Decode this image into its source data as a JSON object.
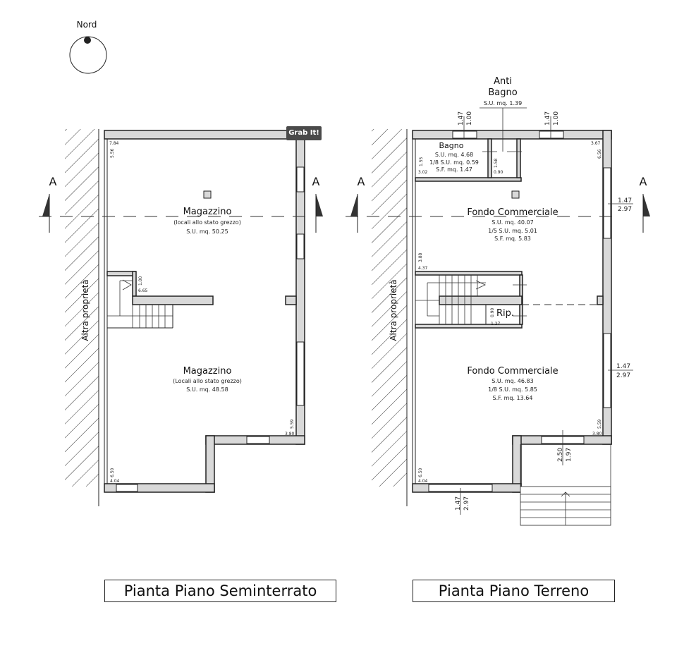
{
  "compass": {
    "label": "Nord"
  },
  "grab_button": "Grab It!",
  "section_marker": "A",
  "neighbor_label": "Altra proprietà",
  "left_plan": {
    "title": "Pianta Piano Seminterrato",
    "rooms": [
      {
        "name": "Magazzino",
        "note": "(locali allo stato grezzo)",
        "area": "S.U. mq. 50.25"
      },
      {
        "name": "Magazzino",
        "note": "(Locali allo stato grezzo)",
        "area": "S.U. mq. 48.58"
      }
    ],
    "dims": {
      "d1a": "7.84",
      "d1b": "5.56",
      "d2a": "1.00",
      "d2b": "6.65",
      "d3a": "5.59",
      "d3b": "3.80",
      "d4a": "6.50",
      "d4b": "4.04"
    }
  },
  "right_plan": {
    "title": "Pianta Piano Terreno",
    "anti_bagno": {
      "name1": "Anti",
      "name2": "Bagno",
      "area": "S.U. mq. 1.39",
      "dim_a": "1.58",
      "dim_b": "0.90"
    },
    "bagno": {
      "name": "Bagno",
      "su": "S.U. mq. 4.68",
      "frac": "1/8 S.U. mq. 0.59",
      "sf": "S.F. mq. 1.47",
      "dim_a": "1.55",
      "dim_b": "3.02"
    },
    "fondo1": {
      "name": "Fondo Commerciale",
      "su": "S.U. mq. 40.07",
      "frac": "1/5 S.U. mq. 5.01",
      "sf": "S.F. mq. 5.83"
    },
    "fondo2": {
      "name": "Fondo Commerciale",
      "su": "S.U. mq. 46.83",
      "frac": "1/8 S.U. mq. 5.85",
      "sf": "S.F. mq. 13.64"
    },
    "rip": {
      "name": "Rip.",
      "dim_a": "0.90",
      "dim_b": "1.27"
    },
    "dims": {
      "w1a": "1.47",
      "w1b": "1.00",
      "w2a": "1.47",
      "w2b": "1.00",
      "w3a": "1.47",
      "w3b": "2.97",
      "w4a": "1.47",
      "w4b": "2.97",
      "w5a": "1.47",
      "w5b": "2.97",
      "door_a": "2.50",
      "door_b": "1.97",
      "c1a": "3.67",
      "c1b": "6.56",
      "c2a": "3.88",
      "c2b": "4.37",
      "c3a": "5.59",
      "c3b": "3.80",
      "c4a": "6.50",
      "c4b": "4.04"
    }
  }
}
